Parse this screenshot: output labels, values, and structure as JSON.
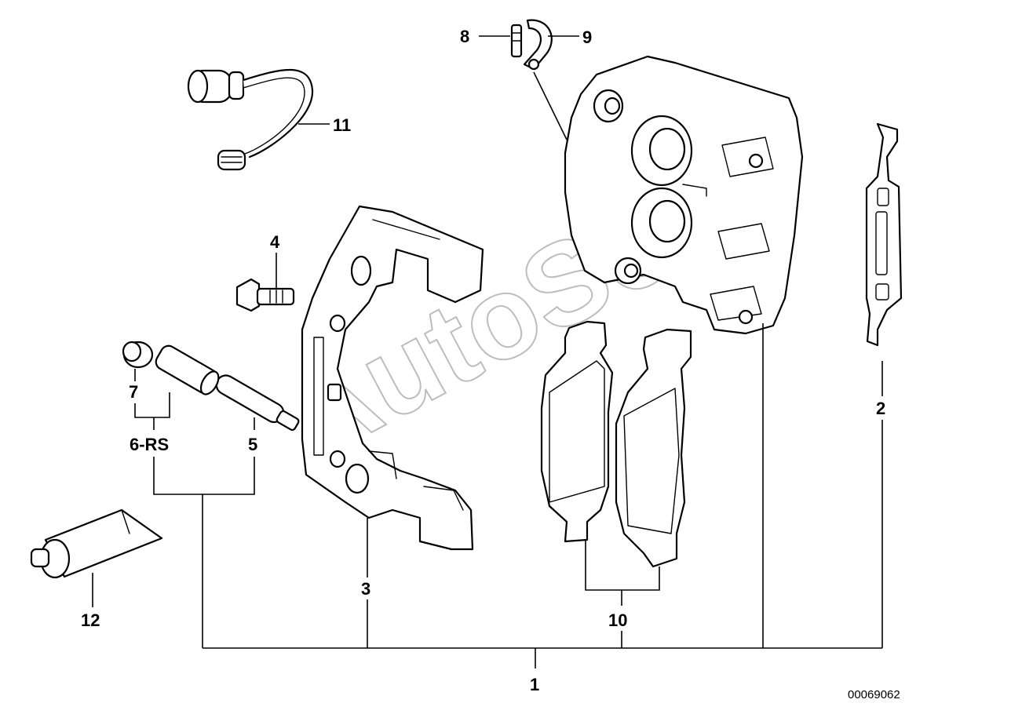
{
  "watermark": "AutoSoft",
  "drawing_number": "00069062",
  "callouts": {
    "c1": "1",
    "c2": "2",
    "c3": "3",
    "c4": "4",
    "c5": "5",
    "c6": "6-RS",
    "c7": "7",
    "c8": "8",
    "c9": "9",
    "c10": "10",
    "c11": "11",
    "c12": "12"
  }
}
